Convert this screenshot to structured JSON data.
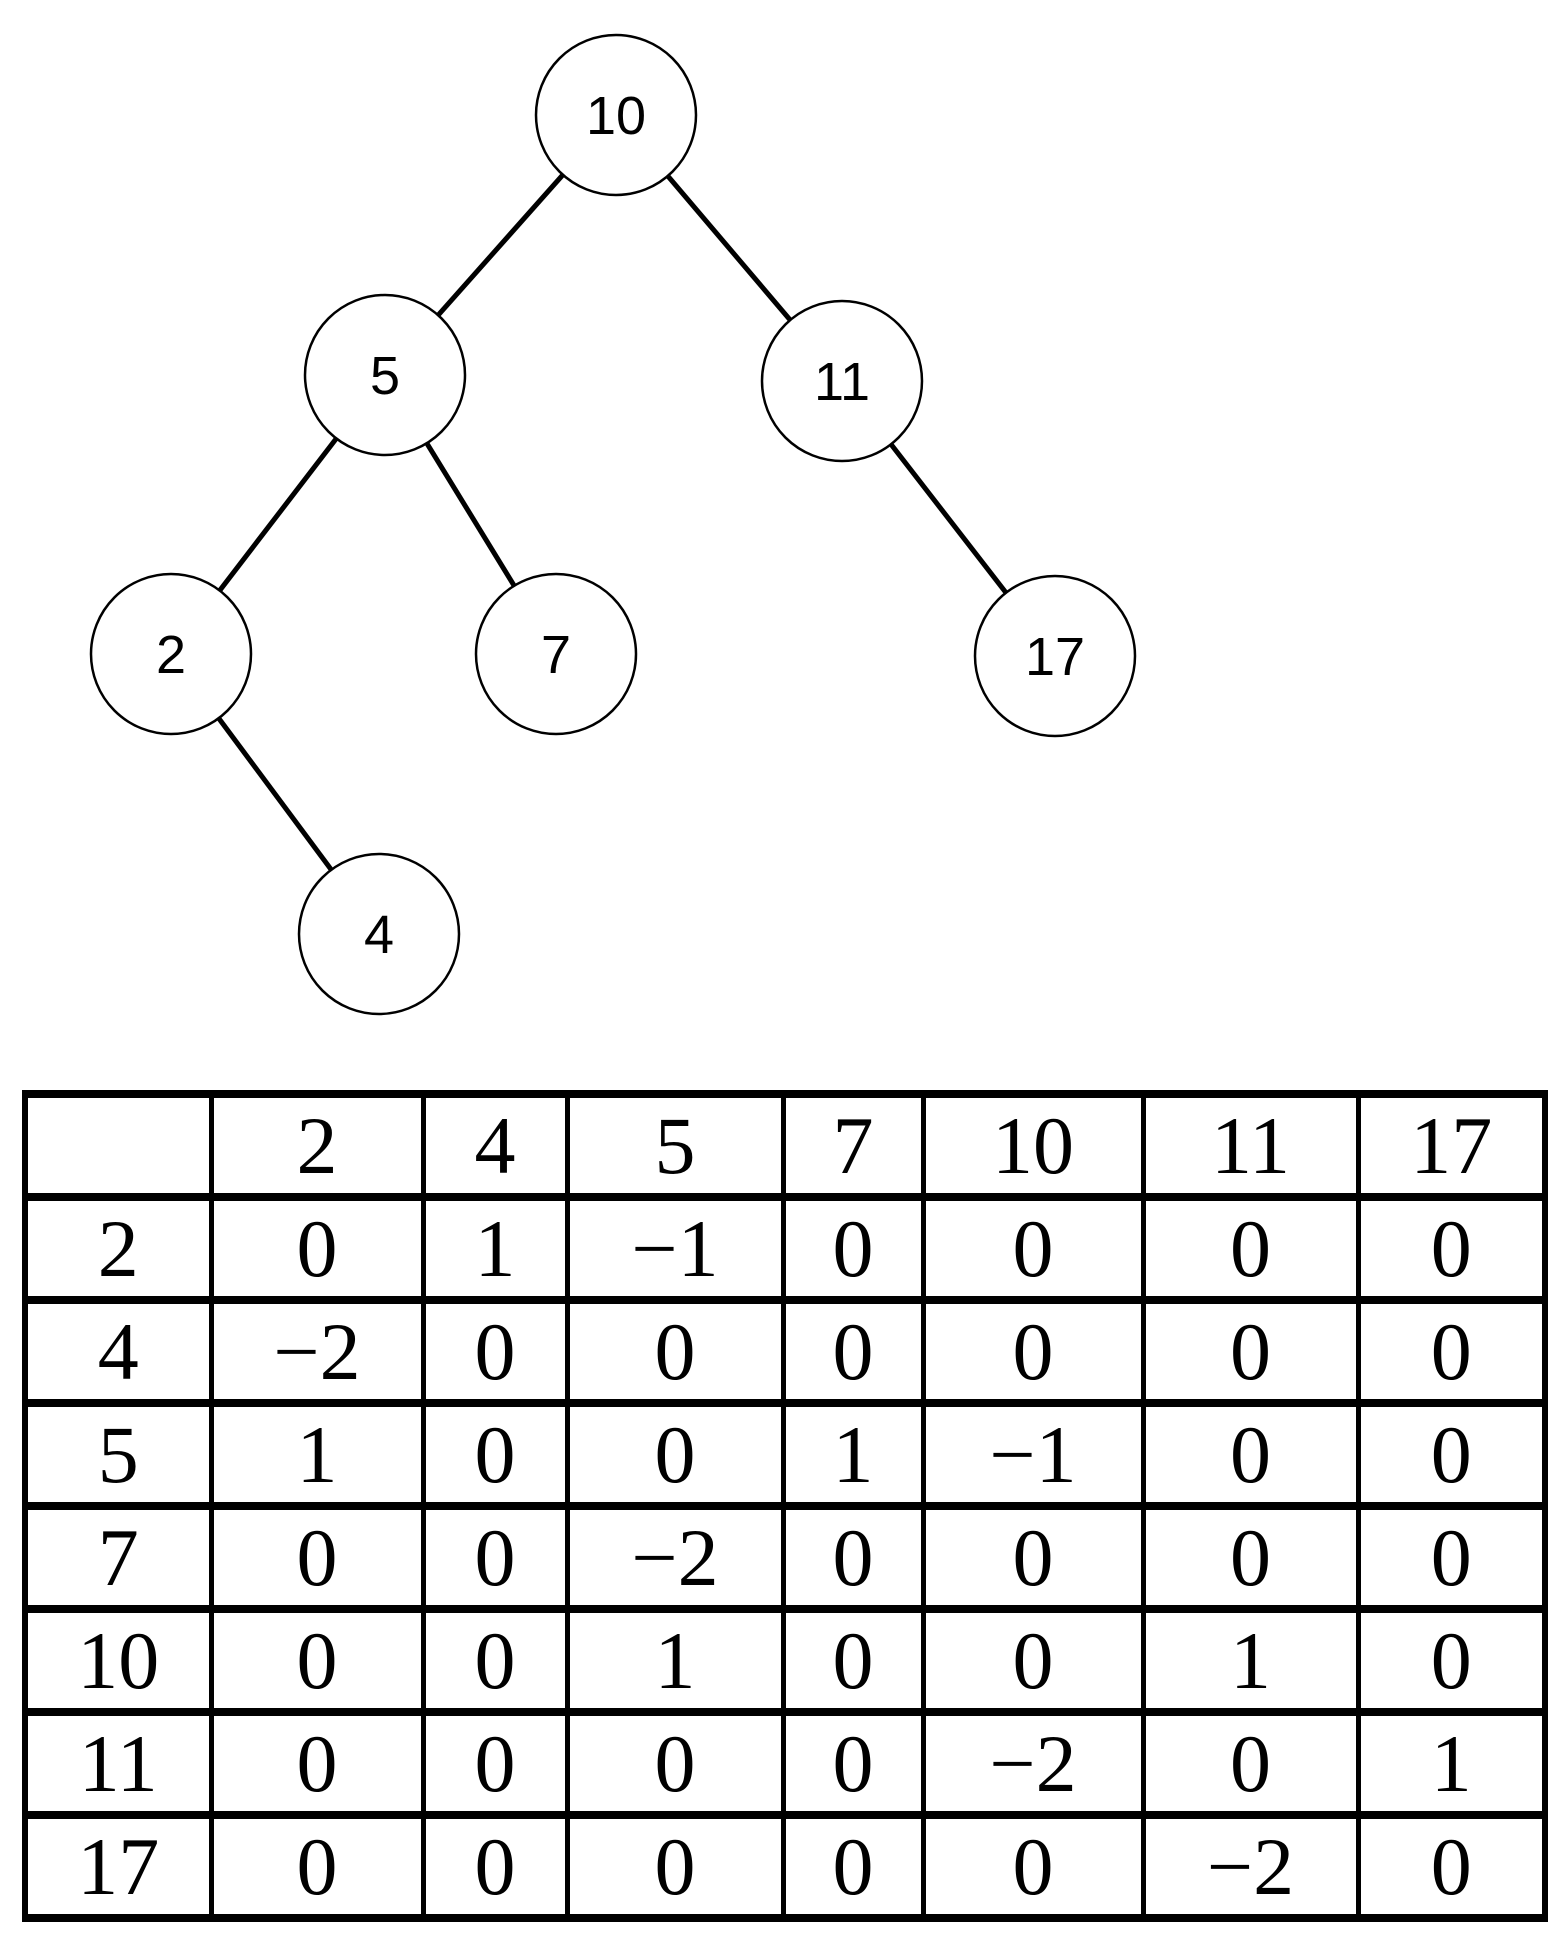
{
  "page": {
    "background_color": "#ffffff",
    "ink_color": "#000000"
  },
  "tree": {
    "kind": "binary-tree",
    "node_fill": "#ffffff",
    "node_stroke": "#000000",
    "nodes": [
      {
        "label": "10"
      },
      {
        "label": "5"
      },
      {
        "label": "11"
      },
      {
        "label": "2"
      },
      {
        "label": "7"
      },
      {
        "label": "17"
      },
      {
        "label": "4"
      }
    ],
    "edges": [
      [
        "10",
        "5"
      ],
      [
        "10",
        "11"
      ],
      [
        "5",
        "2"
      ],
      [
        "5",
        "7"
      ],
      [
        "11",
        "17"
      ],
      [
        "2",
        "4"
      ]
    ]
  },
  "table": {
    "corner": "",
    "col_headers": [
      "2",
      "4",
      "5",
      "7",
      "10",
      "11",
      "17"
    ],
    "rows": [
      {
        "label": "2",
        "values": [
          "0",
          "1",
          "−1",
          "0",
          "0",
          "0",
          "0"
        ]
      },
      {
        "label": "4",
        "values": [
          "−2",
          "0",
          "0",
          "0",
          "0",
          "0",
          "0"
        ]
      },
      {
        "label": "5",
        "values": [
          "1",
          "0",
          "0",
          "1",
          "−1",
          "0",
          "0"
        ]
      },
      {
        "label": "7",
        "values": [
          "0",
          "0",
          "−2",
          "0",
          "0",
          "0",
          "0"
        ]
      },
      {
        "label": "10",
        "values": [
          "0",
          "0",
          "1",
          "0",
          "0",
          "1",
          "0"
        ]
      },
      {
        "label": "11",
        "values": [
          "0",
          "0",
          "0",
          "0",
          "−2",
          "0",
          "1"
        ]
      },
      {
        "label": "17",
        "values": [
          "0",
          "0",
          "0",
          "0",
          "0",
          "−2",
          "0"
        ]
      }
    ]
  }
}
